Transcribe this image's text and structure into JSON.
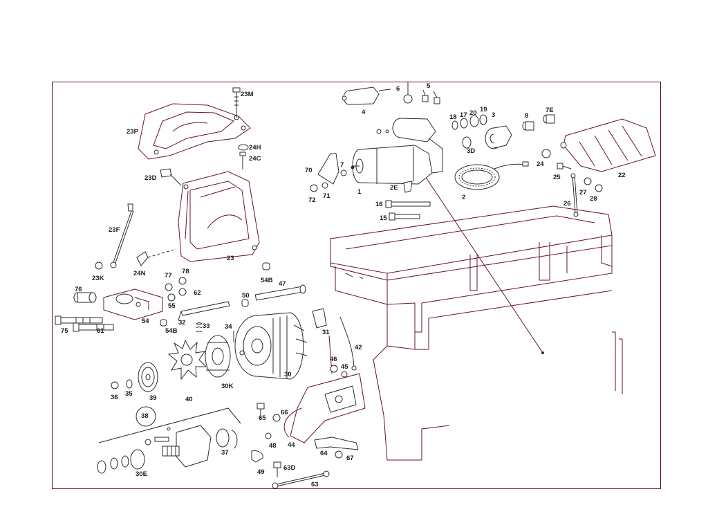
{
  "diagram": {
    "labels": [
      "23M",
      "23P",
      "24H",
      "24C",
      "23D",
      "23F",
      "23",
      "23K",
      "24N",
      "54B",
      "78",
      "77",
      "62",
      "55",
      "76",
      "54",
      "75",
      "61",
      "32",
      "33",
      "47",
      "50",
      "34",
      "54B",
      "31",
      "42",
      "30",
      "30K",
      "40",
      "39",
      "35",
      "36",
      "38",
      "65",
      "66",
      "46",
      "45",
      "48",
      "44",
      "64",
      "67",
      "49",
      "63D",
      "63",
      "37",
      "30E",
      "4",
      "6",
      "5",
      "18",
      "17",
      "20",
      "19",
      "3",
      "8",
      "7E",
      "3D",
      "22",
      "7",
      "70",
      "72",
      "71",
      "1",
      "2E",
      "2",
      "24",
      "25",
      "27",
      "28",
      "26",
      "16",
      "15"
    ]
  }
}
